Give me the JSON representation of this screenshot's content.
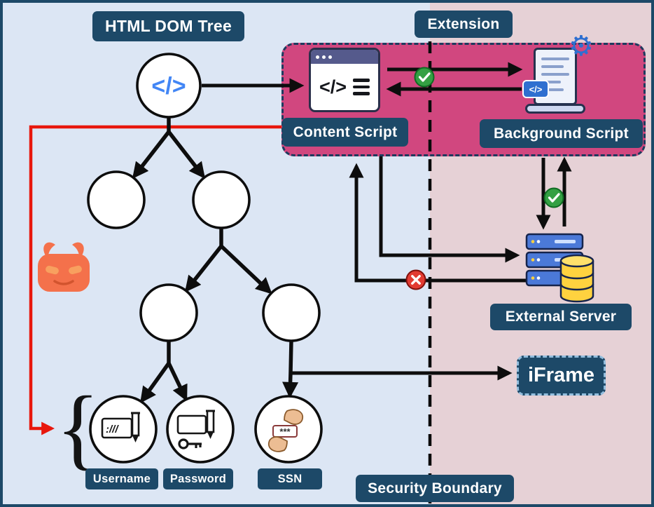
{
  "labels": {
    "title": "HTML DOM Tree",
    "extension": "Extension",
    "content_script": "Content Script",
    "background_script": "Background Script",
    "external_server": "External Server",
    "iframe": "iFrame",
    "security_boundary": "Security Boundary",
    "username": "Username",
    "password": "Password",
    "ssn": "SSN"
  },
  "glyphs": {
    "root_code": "</>",
    "window_code": "</>",
    "badge_code": "</>",
    "gear": "⚙",
    "brace": "{",
    "username_card_text": ":///",
    "ssn_stars": "***"
  },
  "colors": {
    "navy_label": "#1d4968",
    "left_background": "#dce6f4",
    "right_background": "#e6d1d6",
    "extension_pink": "#d1477f",
    "alert_red": "#e8170c",
    "allow_green": "#34a043",
    "code_blue": "#4286f5",
    "server_blue": "#4b79d8",
    "database_yellow": "#ffd23f",
    "devil_orange": "#f4714b"
  }
}
